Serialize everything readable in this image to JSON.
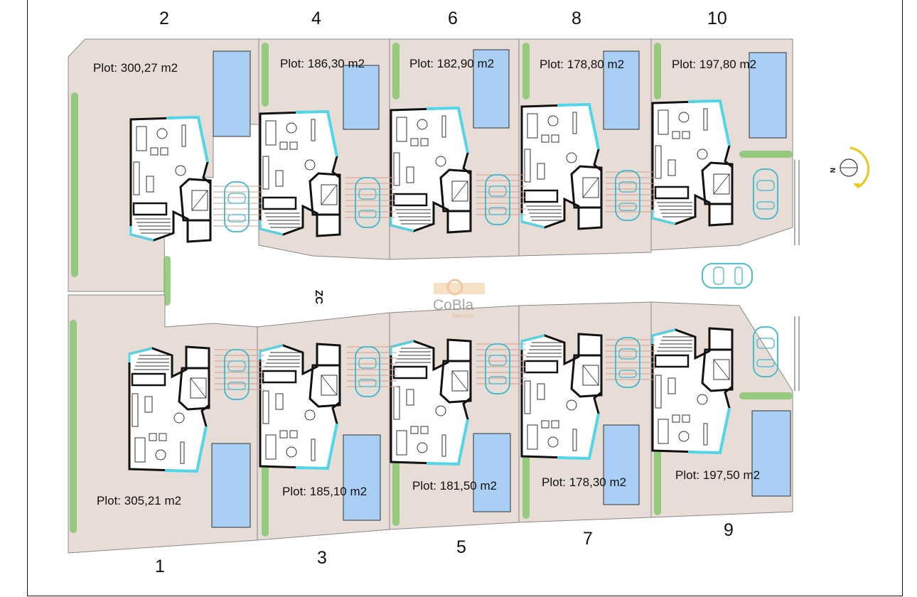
{
  "plan": {
    "street_label": "ZC",
    "north_label": "N",
    "watermark": {
      "name": "CoBla",
      "sub": "Services"
    }
  },
  "colors": {
    "plot_fill": "#e8dcd7",
    "pool_fill": "#a9cff4",
    "glass": "#4fd6ea",
    "hedge": "#86c76e",
    "wall": "#111111"
  },
  "top_plots": [
    {
      "number": "2",
      "plot": "Plot: 300,27 m2"
    },
    {
      "number": "4",
      "plot": "Plot: 186,30 m2"
    },
    {
      "number": "6",
      "plot": "Plot: 182,90 m2"
    },
    {
      "number": "8",
      "plot": "Plot: 178,80 m2"
    },
    {
      "number": "10",
      "plot": "Plot: 197,80 m2"
    }
  ],
  "bottom_plots": [
    {
      "number": "1",
      "plot": "Plot: 305,21 m2"
    },
    {
      "number": "3",
      "plot": "Plot: 185,10 m2"
    },
    {
      "number": "5",
      "plot": "Plot: 181,50 m2"
    },
    {
      "number": "7",
      "plot": "Plot: 178,30 m2"
    },
    {
      "number": "9",
      "plot": "Plot: 197,50 m2"
    }
  ]
}
